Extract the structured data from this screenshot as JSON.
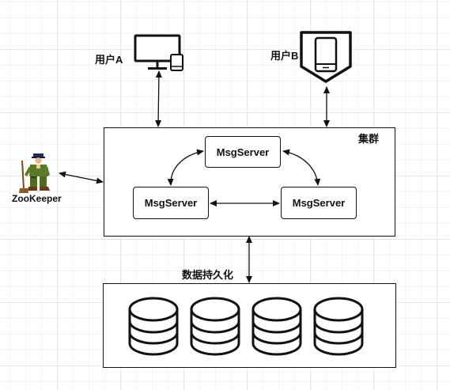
{
  "user_a": {
    "label": "用户A",
    "icon": "desktop-and-phone-icon"
  },
  "user_b": {
    "label": "用户B",
    "icon": "mobile-phone-icon"
  },
  "zookeeper": {
    "label": "ZooKeeper",
    "icon": "zookeeper-keeper-icon"
  },
  "cluster": {
    "label": "集群",
    "servers": [
      {
        "label": "MsgServer"
      },
      {
        "label": "MsgServer"
      },
      {
        "label": "MsgServer"
      }
    ]
  },
  "persistence": {
    "label": "数据持久化",
    "databases": [
      "database-icon",
      "database-icon",
      "database-icon",
      "database-icon"
    ]
  }
}
